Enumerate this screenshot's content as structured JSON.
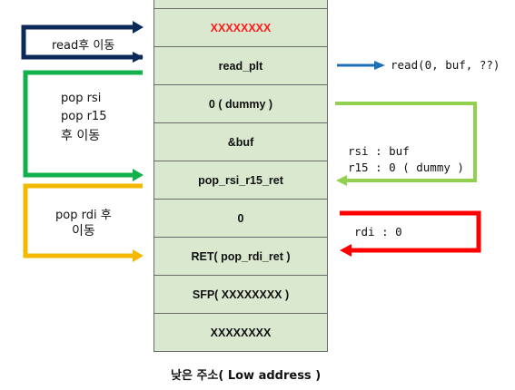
{
  "stack_cells": [
    {
      "label": "",
      "color": "#111111"
    },
    {
      "label": "XXXXXXXX",
      "color": "#ff1a1a"
    },
    {
      "label": "read_plt",
      "color": "#111111"
    },
    {
      "label": "0 ( dummy )",
      "color": "#111111"
    },
    {
      "label": "&buf",
      "color": "#111111"
    },
    {
      "label": "pop_rsi_r15_ret",
      "color": "#111111"
    },
    {
      "label": "0",
      "color": "#111111"
    },
    {
      "label": "RET( pop_rdi_ret )",
      "color": "#111111"
    },
    {
      "label": "SFP( XXXXXXXX )",
      "color": "#111111"
    },
    {
      "label": "XXXXXXXX",
      "color": "#111111"
    }
  ],
  "left_notes": {
    "read_move": "read후 이동",
    "pop_rsi": "pop rsi",
    "pop_r15": "pop r15",
    "after_move_1": "후 이동",
    "pop_rdi": "pop rdi 후",
    "after_move_2": "이동"
  },
  "right_notes": {
    "read_call": "read(0, buf, ??)",
    "rsi_buf": "rsi : buf",
    "r15_dummy": "r15 : 0 ( dummy )",
    "rdi_zero": "rdi : 0"
  },
  "caption": "낮은 주소( Low address )",
  "colors": {
    "cell_fill": "#d9e8cf",
    "navy_arrow": "#0b2a5a",
    "green_arrow": "#12b04c",
    "yellow_arrow": "#f5b800",
    "blue_arrow": "#1f6fb8",
    "lightgreen_arrow": "#92d050",
    "red_arrow": "#ff0000"
  }
}
